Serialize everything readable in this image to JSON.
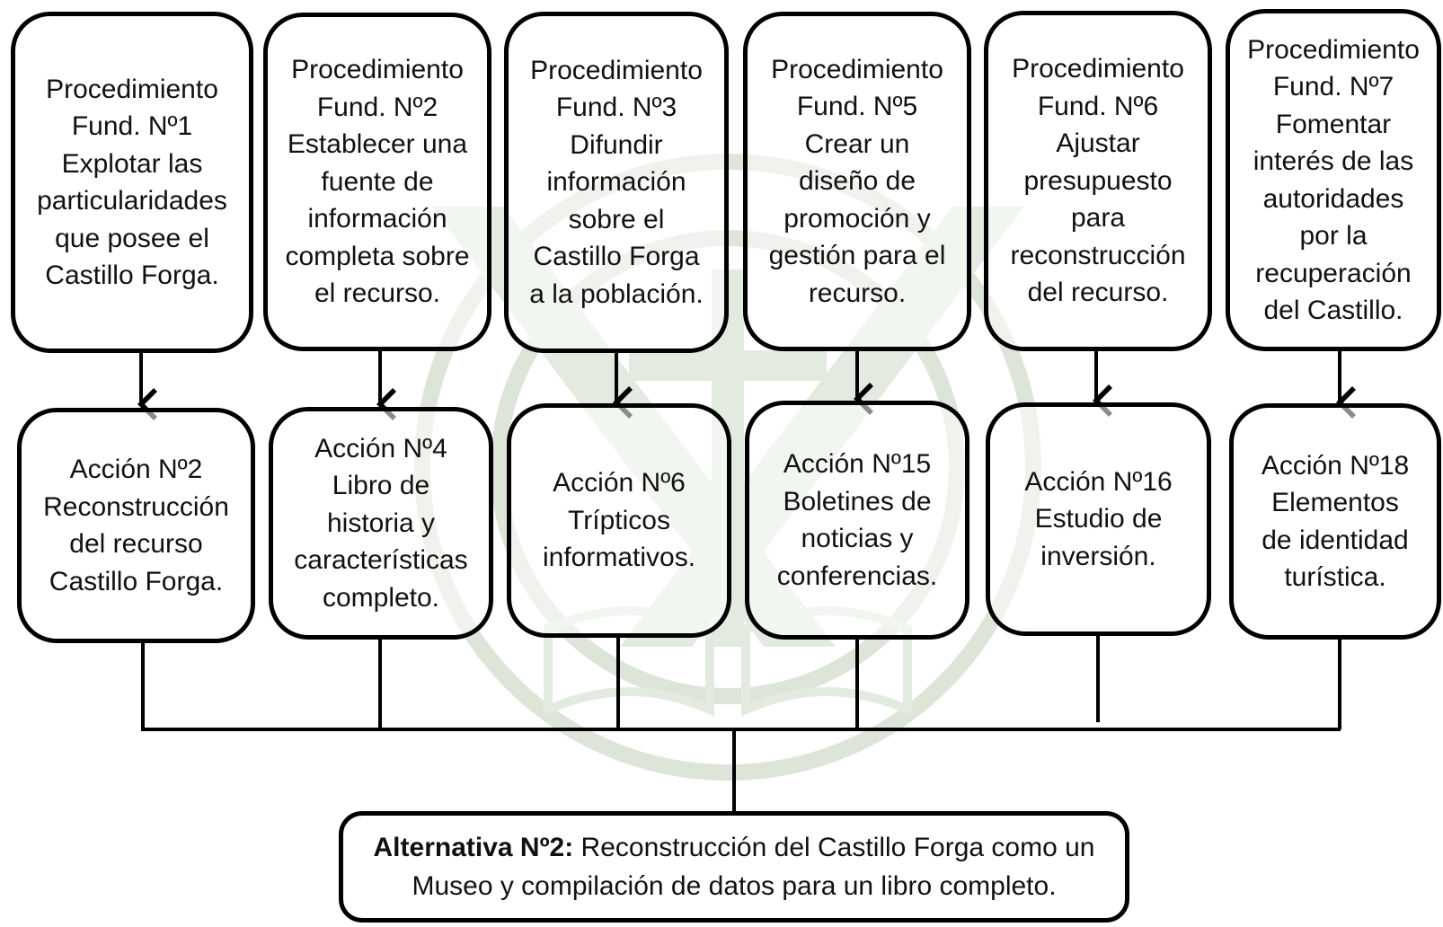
{
  "procedures": [
    {
      "text": "Procedimiento\nFund. Nº1\nExplotar las\nparticularidades\nque posee el\nCastillo Forga."
    },
    {
      "text": "Procedimiento\nFund. Nº2\nEstablecer una\nfuente de\ninformación\ncompleta sobre\nel recurso."
    },
    {
      "text": "Procedimiento\nFund. Nº3\nDifundir\ninformación\nsobre el\nCastillo Forga\na la población."
    },
    {
      "text": "Procedimiento\nFund. Nº5\nCrear un\ndiseño de\npromoción y\ngestión para el\nrecurso."
    },
    {
      "text": "Procedimiento\nFund. Nº6\nAjustar\npresupuesto\npara\nreconstrucción\ndel recurso."
    },
    {
      "text": "Procedimiento\nFund. Nº7\nFomentar\ninterés de las\nautoridades\npor la\nrecuperación\ndel Castillo."
    }
  ],
  "actions": [
    {
      "text": "Acción Nº2\nReconstrucción\ndel recurso\nCastillo Forga."
    },
    {
      "text": "Acción Nº4\nLibro de\nhistoria y\ncaracterísticas\ncompleto."
    },
    {
      "text": "Acción Nº6\nTrípticos\ninformativos."
    },
    {
      "text": "Acción Nº15\nBoletines de\nnoticias y\nconferencias."
    },
    {
      "text": "Acción Nº16\nEstudio de\ninversión."
    },
    {
      "text": "Acción Nº18\nElementos\nde identidad\nturística."
    }
  ],
  "alternative": {
    "label": "Alternativa Nº2:",
    "text": " Reconstrucción del Castillo Forga como un Museo y compilación de datos para un libro completo."
  },
  "colors": {
    "stroke": "#000000",
    "watermark": "#dde5d8"
  }
}
